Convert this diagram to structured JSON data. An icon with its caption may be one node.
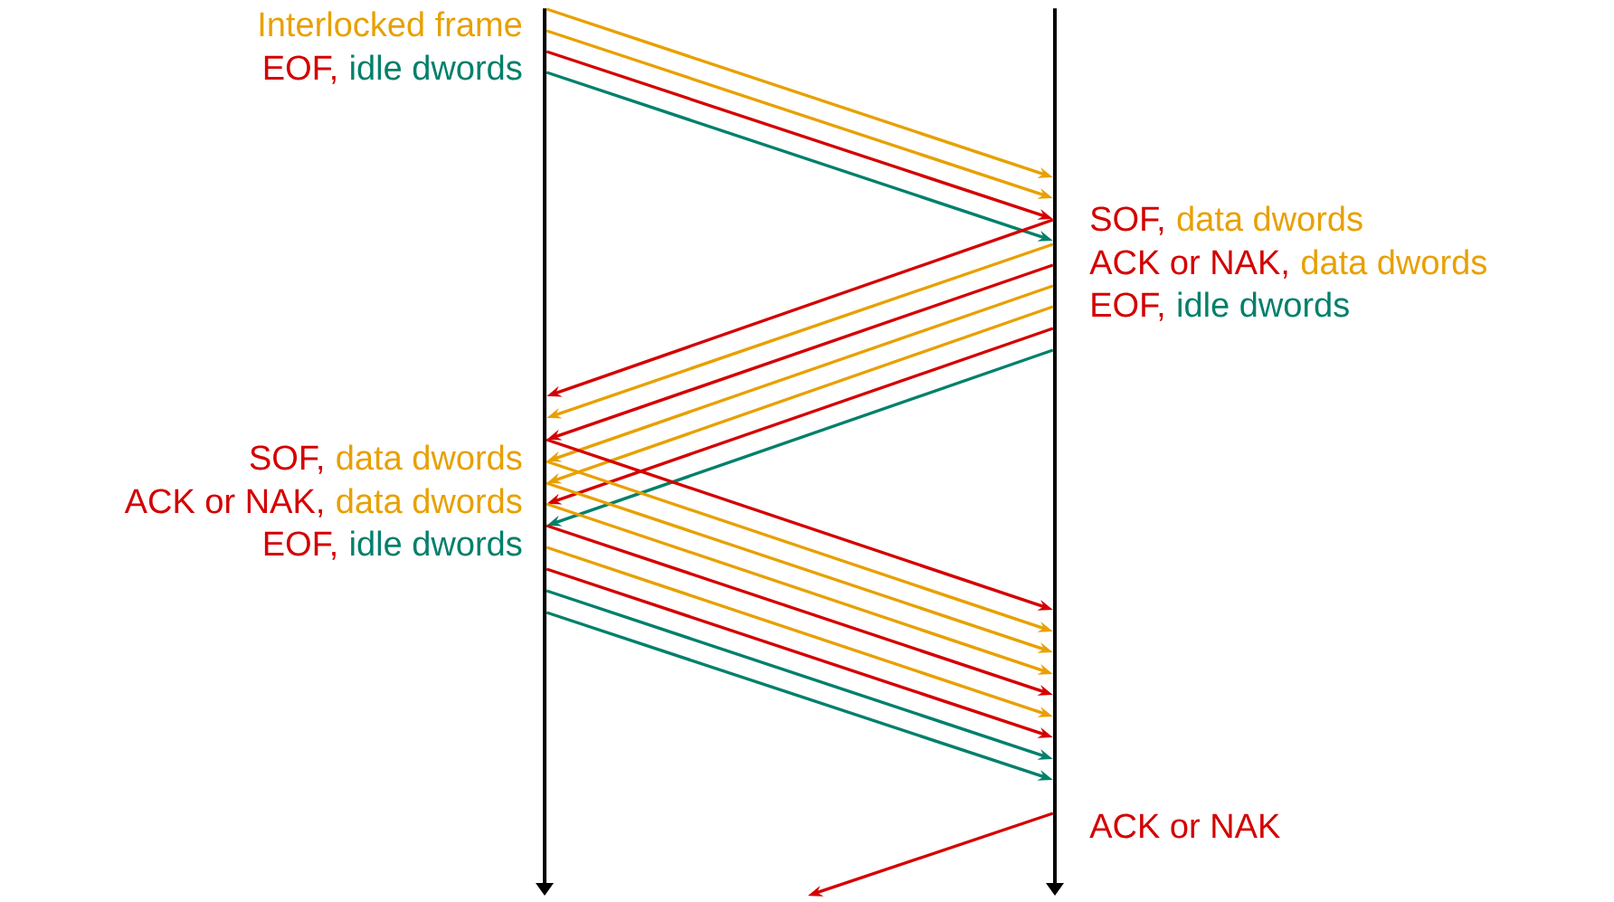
{
  "diagram": {
    "nodes": [
      {
        "text": [],
        "shape": "bar"
      },
      {
        "text": [],
        "shape": "bar"
      }
    ],
    "edges": [
      {
        "from": 0,
        "to": 1,
        "arrow": "to",
        "color": "#e8a000"
      },
      {
        "from": 0,
        "to": 1,
        "arrow": "to",
        "color": "#e8a000"
      },
      {
        "from": 0,
        "to": 1,
        "arrow": "to",
        "color": "#d40000"
      },
      {
        "from": 0,
        "to": 1,
        "arrow": "to",
        "color": "#00806a"
      },
      {
        "from": 1,
        "to": 0,
        "arrow": "to",
        "color": "#d40000"
      },
      {
        "from": 1,
        "to": 0,
        "arrow": "to",
        "color": "#e8a000"
      },
      {
        "from": 1,
        "to": 0,
        "arrow": "to",
        "color": "#d40000"
      },
      {
        "from": 1,
        "to": 0,
        "arrow": "to",
        "color": "#e8a000"
      },
      {
        "from": 1,
        "to": 0,
        "arrow": "to",
        "color": "#e8a000"
      },
      {
        "from": 1,
        "to": 0,
        "arrow": "to",
        "color": "#d40000"
      },
      {
        "from": 1,
        "to": 0,
        "arrow": "to",
        "color": "#00806a"
      },
      {
        "from": 0,
        "to": 1,
        "arrow": "to",
        "color": "#d40000"
      },
      {
        "from": 0,
        "to": 1,
        "arrow": "to",
        "color": "#e8a000"
      },
      {
        "from": 0,
        "to": 1,
        "arrow": "to",
        "color": "#e8a000"
      },
      {
        "from": 0,
        "to": 1,
        "arrow": "to",
        "color": "#e8a000"
      },
      {
        "from": 0,
        "to": 1,
        "arrow": "to",
        "color": "#d40000"
      },
      {
        "from": 0,
        "to": 1,
        "arrow": "to",
        "color": "#e8a000"
      },
      {
        "from": 0,
        "to": 1,
        "arrow": "to",
        "color": "#d40000"
      },
      {
        "from": 0,
        "to": 1,
        "arrow": "to",
        "color": "#00806a"
      },
      {
        "from": 0,
        "to": 1,
        "arrow": "to",
        "color": "#00806a"
      },
      {
        "from": 1,
        "to": null,
        "arrow": "to",
        "color": "#d40000"
      }
    ],
    "labels": [
      "Interlocked frame",
      "EOF,",
      "idle dwords",
      "SOF,",
      "data dwords",
      "ACK or NAK,",
      "data dwords",
      "EOF,",
      "idle dwords",
      "SOF,",
      "data dwords",
      "ACK or NAK,",
      "data dwords",
      "EOF,",
      "idle dwords",
      "ACK or NAK"
    ]
  }
}
